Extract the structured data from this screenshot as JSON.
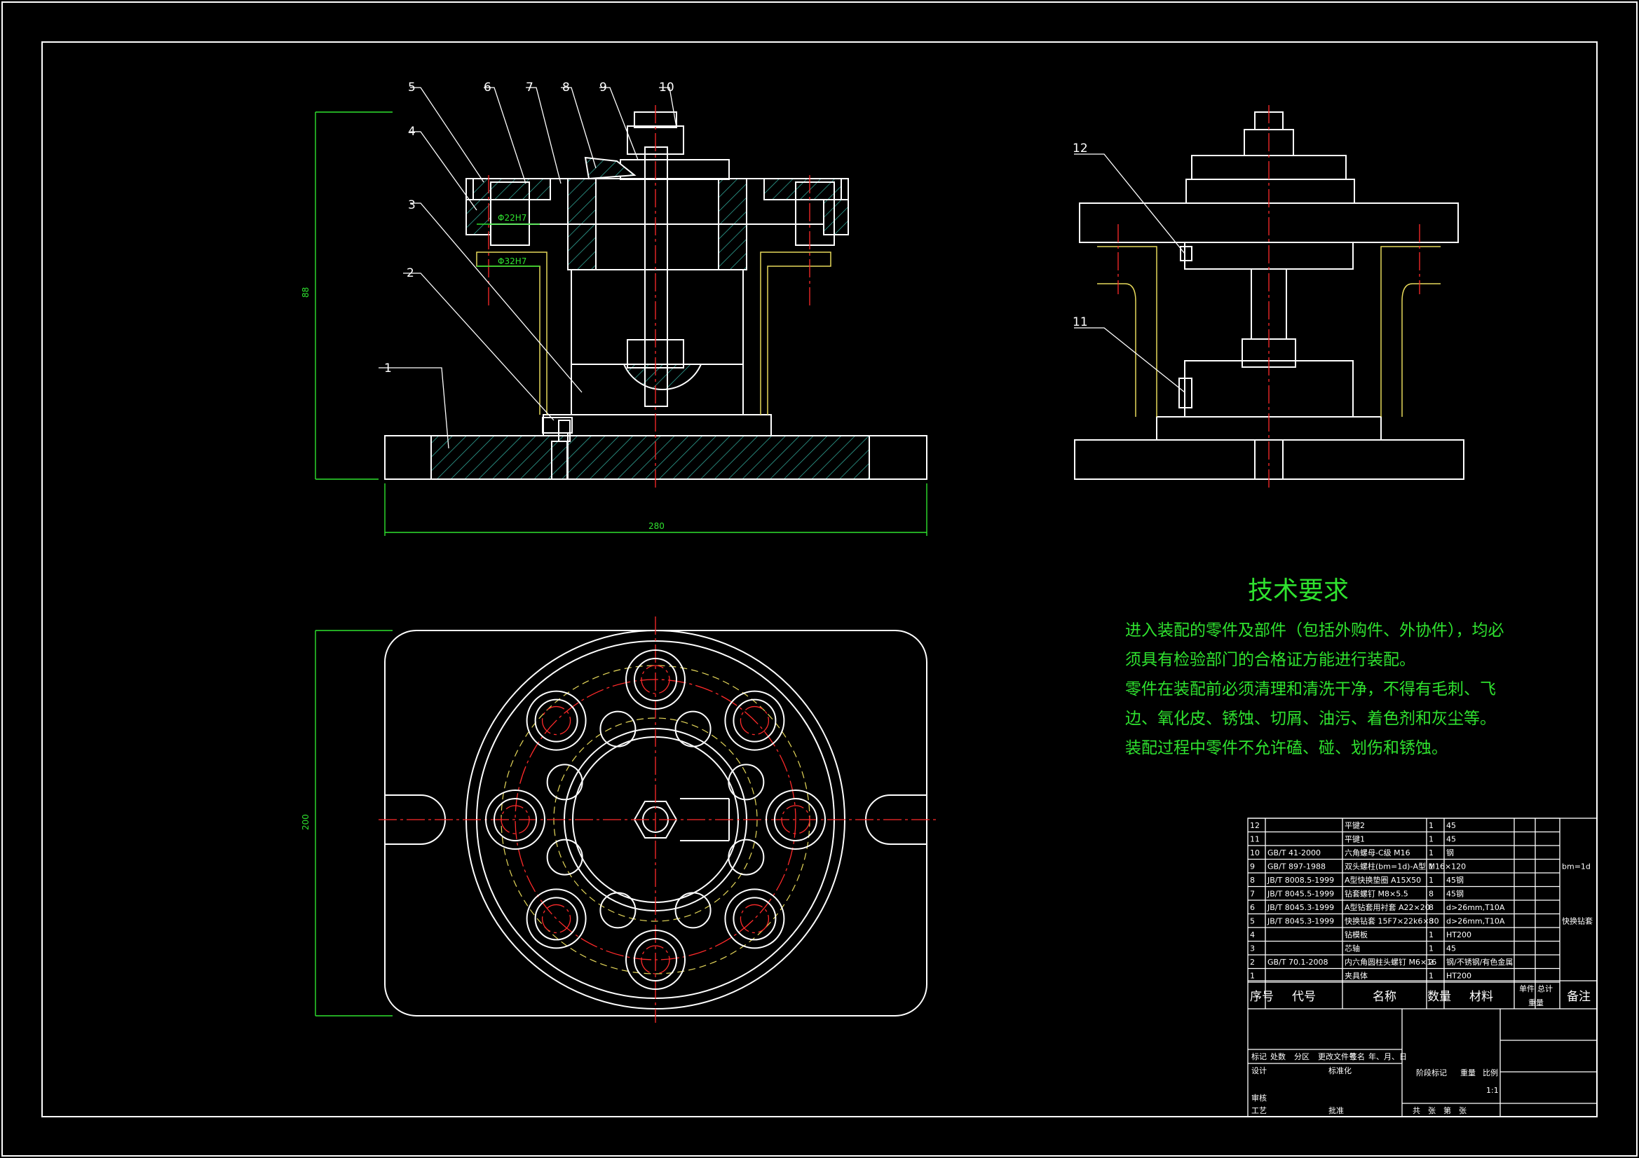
{
  "colors": {
    "background": "#000000",
    "outline": "#ffffff",
    "centerline": "#ff2a2a",
    "hidden": "#e6d85a",
    "dimension": "#2fe22f",
    "hatch": "#35b8a8"
  },
  "balloons": [
    "1",
    "2",
    "3",
    "4",
    "5",
    "6",
    "7",
    "8",
    "9",
    "10",
    "11",
    "12"
  ],
  "dims": {
    "height": "88",
    "width": "280",
    "depth": "200",
    "dia1": "Φ22H7",
    "dia2": "Φ32H7"
  },
  "tech": {
    "title": "技术要求",
    "lines": [
      "进入装配的零件及部件（包括外购件、外协件），均必",
      "须具有检验部门的合格证方能进行装配。",
      "零件在装配前必须清理和清洗干净，不得有毛刺、飞",
      "边、氧化皮、锈蚀、切屑、油污、着色剂和灰尘等。",
      "装配过程中零件不允许磕、碰、划伤和锈蚀。"
    ]
  },
  "bom": {
    "rows": [
      {
        "no": "12",
        "code": "",
        "name": "平键2",
        "qty": "1",
        "mat": "45",
        "note": ""
      },
      {
        "no": "11",
        "code": "",
        "name": "平键1",
        "qty": "1",
        "mat": "45",
        "note": ""
      },
      {
        "no": "10",
        "code": "GB/T 41-2000",
        "name": "六角螺母-C级 M16",
        "qty": "1",
        "mat": "钢",
        "note": ""
      },
      {
        "no": "9",
        "code": "GB/T 897-1988",
        "name": "双头螺柱(bm=1d)-A型 M16×120",
        "qty": "1",
        "mat": "",
        "note": "bm=1d"
      },
      {
        "no": "8",
        "code": "JB/T 8008.5-1999",
        "name": "A型快换垫圈 A15X50",
        "qty": "1",
        "mat": "45钢",
        "note": ""
      },
      {
        "no": "7",
        "code": "JB/T 8045.5-1999",
        "name": "钻套螺钉 M8×5.5",
        "qty": "8",
        "mat": "45钢",
        "note": ""
      },
      {
        "no": "6",
        "code": "JB/T 8045.3-1999",
        "name": "A型钻套用衬套 A22×20",
        "qty": "8",
        "mat": "d>26mm,T10A",
        "note": ""
      },
      {
        "no": "5",
        "code": "JB/T 8045.3-1999",
        "name": "快换钻套 15F7×22k6×30",
        "qty": "8",
        "mat": "d>26mm,T10A",
        "note": "快换钻套"
      },
      {
        "no": "4",
        "code": "",
        "name": "钻模板",
        "qty": "1",
        "mat": "HT200",
        "note": ""
      },
      {
        "no": "3",
        "code": "",
        "name": "芯轴",
        "qty": "1",
        "mat": "45",
        "note": ""
      },
      {
        "no": "2",
        "code": "GB/T 70.1-2008",
        "name": "内六角圆柱头螺钉 M6×16",
        "qty": "2",
        "mat": "钢/不锈钢/有色金属",
        "note": ""
      },
      {
        "no": "1",
        "code": "",
        "name": "夹具体",
        "qty": "1",
        "mat": "HT200",
        "note": ""
      }
    ],
    "headers": {
      "no": "序号",
      "code": "代号",
      "name": "名称",
      "qty": "数量",
      "mat": "材料",
      "single": "单件",
      "total": "总计",
      "weight": "重量",
      "note": "备注"
    }
  },
  "titleblock": {
    "marks": "标记",
    "count": "处数",
    "zone": "分区",
    "docno": "更改文件号",
    "sign": "签名",
    "date": "年、月、日",
    "design": "设计",
    "std": "标准化",
    "stage": "阶段标记",
    "weight": "重量",
    "scale": "比例",
    "scale_val": "1:1",
    "review": "审核",
    "process": "工艺",
    "approve": "批准",
    "sheets": "共　张　第　张"
  }
}
